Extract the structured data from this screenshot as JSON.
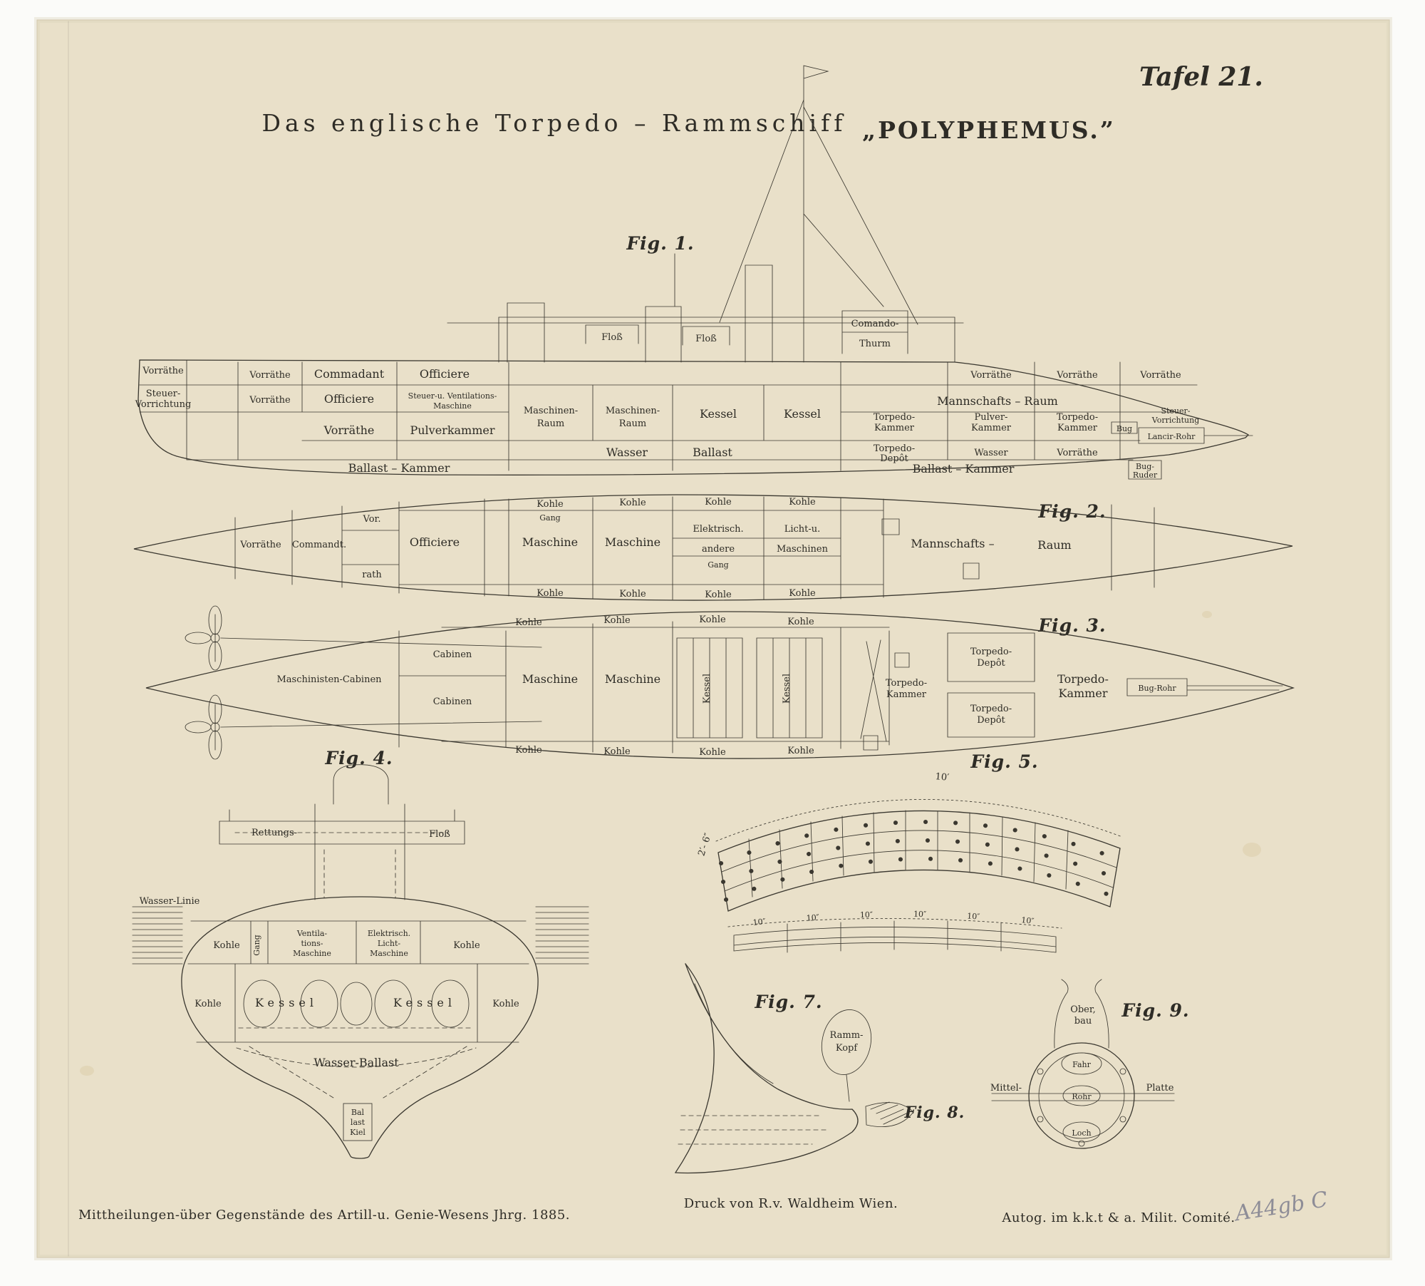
{
  "page": {
    "tafel": "Tafel 21.",
    "title": "Das englische Torpedo – Rammschiff",
    "ship_name": "„POLYPHEMUS.”"
  },
  "captions": {
    "fig1": "Fig. 1.",
    "fig2": "Fig. 2.",
    "fig3": "Fig. 3.",
    "fig4": "Fig. 4.",
    "fig5": "Fig. 5.",
    "fig7": "Fig. 7.",
    "fig8": "Fig. 8.",
    "fig9": "Fig. 9."
  },
  "fig1": {
    "labels": {
      "floss_a": "Floß",
      "floss_b": "Floß",
      "comando_1": "Comando-",
      "comando_2": "Thurm",
      "vorraethe_stern": "Vorräthe",
      "steuer_stern_1": "Steuer-",
      "steuer_stern_2": "Vorrichtung",
      "vorraethe_a1": "Vorräthe",
      "commadant": "Commadant",
      "officiere_a": "Officiere",
      "vorraethe_a2": "Vorräthe",
      "officiere_b": "Officiere",
      "steuer_vent_1": "Steuer-u. Ventilations-",
      "steuer_vent_2": "Maschine",
      "vorraethe_b": "Vorräthe",
      "pulverkammer": "Pulverkammer",
      "maschinen_raum_1a": "Maschinen-",
      "maschinen_raum_1b": "Raum",
      "maschinen_raum_2a": "Maschinen-",
      "maschinen_raum_2b": "Raum",
      "kessel_a": "Kessel",
      "kessel_b": "Kessel",
      "wasser_mid": "Wasser",
      "ballast_mid": "Ballast",
      "ballast_kammer_links": "Ballast – Kammer",
      "mannschafts_raum": "Mannschafts – Raum",
      "vorraethe_c1": "Vorräthe",
      "vorraethe_c2": "Vorräthe",
      "vorraethe_c3": "Vorräthe",
      "torpedo_kammer_1a": "Torpedo-",
      "torpedo_kammer_1b": "Kammer",
      "pulver_kammer_a": "Pulver-",
      "pulver_kammer_b": "Kammer",
      "torpedo_kammer_2a": "Torpedo-",
      "torpedo_kammer_2b": "Kammer",
      "bug": "Bug",
      "lancir_rohr": "Lancir-Rohr",
      "steuer_bug_1": "Steuer-",
      "steuer_bug_2": "Vorrichtung",
      "torpedo_depot_1": "Torpedo-",
      "torpedo_depot_2": "Depôt",
      "wasser_r": "Wasser",
      "vorraethe_d": "Vorräthe",
      "ballast_kammer_rechts": "Ballast – Kammer",
      "bug_ruder_1": "Bug-",
      "bug_ruder_2": "Ruder"
    }
  },
  "fig2": {
    "labels": {
      "vorraethe": "Vorräthe",
      "commandt": "Commandt.",
      "vor": "Vor.",
      "rath": "rath",
      "officiere": "Officiere",
      "kohle_t1": "Kohle",
      "kohle_t2": "Kohle",
      "kohle_t3": "Kohle",
      "kohle_t4": "Kohle",
      "gang_a": "Gang",
      "maschine_a": "Maschine",
      "maschine_b": "Maschine",
      "elektrisch": "Elektrisch.",
      "licht_u": "Licht-u.",
      "andere": "andere",
      "maschinen": "Maschinen",
      "gang_b": "Gang",
      "mannschafts": "Mannschafts –",
      "raum": "Raum",
      "kohle_b1": "Kohle",
      "kohle_b2": "Kohle",
      "kohle_b3": "Kohle",
      "kohle_b4": "Kohle"
    }
  },
  "fig3": {
    "labels": {
      "kohle_t1": "Kohle",
      "kohle_t2": "Kohle",
      "kohle_t3": "Kohle",
      "kohle_t4": "Kohle",
      "cabinen_a": "Cabinen",
      "maschinisten_cabinen": "Maschinisten-Cabinen",
      "cabinen_b": "Cabinen",
      "maschine_a": "Maschine",
      "maschine_b": "Maschine",
      "kessel_a": "Kessel",
      "kessel_b": "Kessel",
      "torpedo_kammer_1a": "Torpedo-",
      "torpedo_kammer_1b": "Kammer",
      "torpedo_depot_1a": "Torpedo-",
      "torpedo_depot_1b": "Depôt",
      "torpedo_depot_2a": "Torpedo-",
      "torpedo_depot_2b": "Depôt",
      "torpedo_kammer_2a": "Torpedo-",
      "torpedo_kammer_2b": "Kammer",
      "bug_rohr": "Bug-Rohr",
      "kohle_b1": "Kohle",
      "kohle_b2": "Kohle",
      "kohle_b3": "Kohle",
      "kohle_b4": "Kohle"
    }
  },
  "fig4": {
    "labels": {
      "rettungs": "Rettungs-",
      "floss": "Floß",
      "wasser_linie": "Wasser-Linie",
      "kohle_1": "Kohle",
      "gang": "Gang",
      "ventilations_1": "Ventila-",
      "ventilations_2": "tions-",
      "ventilations_3": "Maschine",
      "elektrisch_1": "Elektrisch.",
      "elektrisch_2": "Licht-",
      "elektrisch_3": "Maschine",
      "kohle_2": "Kohle",
      "kohle_3": "Kohle",
      "kessel_a": "Kessel",
      "kessel_b": "Kessel",
      "kohle_4": "Kohle",
      "wasser_ballast": "Wasser-Ballast",
      "ballast_kiel_1": "Bal",
      "ballast_kiel_2": "last",
      "ballast_kiel_3": "Kiel"
    }
  },
  "fig5": {
    "dim_top": "10′",
    "dim_left": "2′- 6″",
    "strip_dims": [
      "10″",
      "10″",
      "10″",
      "10″",
      "10″",
      "10″"
    ]
  },
  "fig7": {
    "labels": {
      "ramm_1": "Ramm-",
      "ramm_2": "Kopf"
    }
  },
  "fig9": {
    "labels": {
      "oberbau_1": "Ober,",
      "oberbau_2": "bau",
      "fahr": "Fahr",
      "mittel": "Mittel-",
      "rohr": "Rohr",
      "platte": "Platte",
      "loch": "Loch"
    }
  },
  "footer": {
    "left": "Mittheilungen-über Gegenstände des Artill-u. Genie-Wesens Jhrg. 1885.",
    "center": "Druck von R.v. Waldheim Wien.",
    "right": "Autog. im k.k.t & a. Milit. Comité.",
    "handwritten": "A44gb C"
  },
  "colors": {
    "paper": "#e9e0c9",
    "ink": "#3b3830",
    "pencil": "#8e8d97"
  }
}
